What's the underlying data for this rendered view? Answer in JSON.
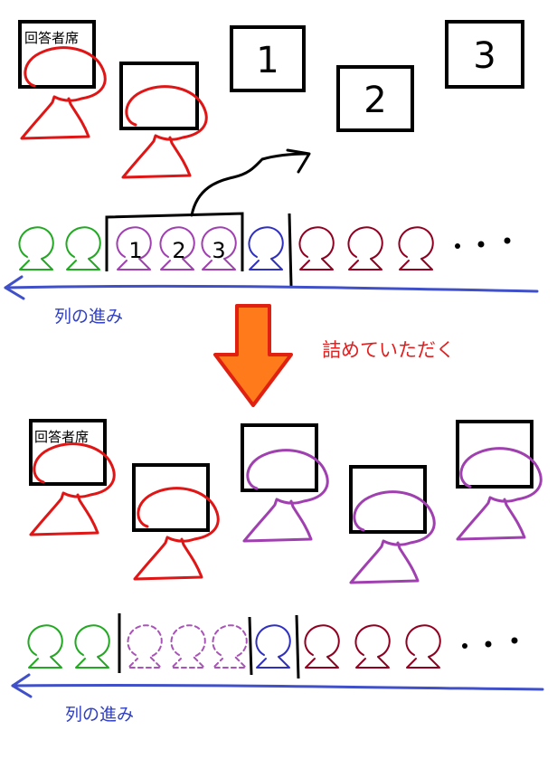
{
  "top_panel": {
    "answer_seat_label": "回答者席",
    "box_labels": [
      "1",
      "2",
      "3"
    ],
    "queue_numbers": [
      "1",
      "2",
      "3"
    ],
    "queue_label": "列の進み"
  },
  "transition": {
    "label": "詰めていただく"
  },
  "bottom_panel": {
    "answer_seat_label": "回答者席",
    "queue_label": "列の進み"
  },
  "colors": {
    "answerer": "#e01515",
    "waiting_turn": "#a040b0",
    "queue_waiting": "#22a822",
    "queue_next": "#3030c0",
    "queue_later": "#900020",
    "arrow_line": "#4050c8",
    "down_arrow_fill": "#ff7a1a",
    "down_arrow_stroke": "#e02010",
    "transition_text": "#e02020"
  }
}
